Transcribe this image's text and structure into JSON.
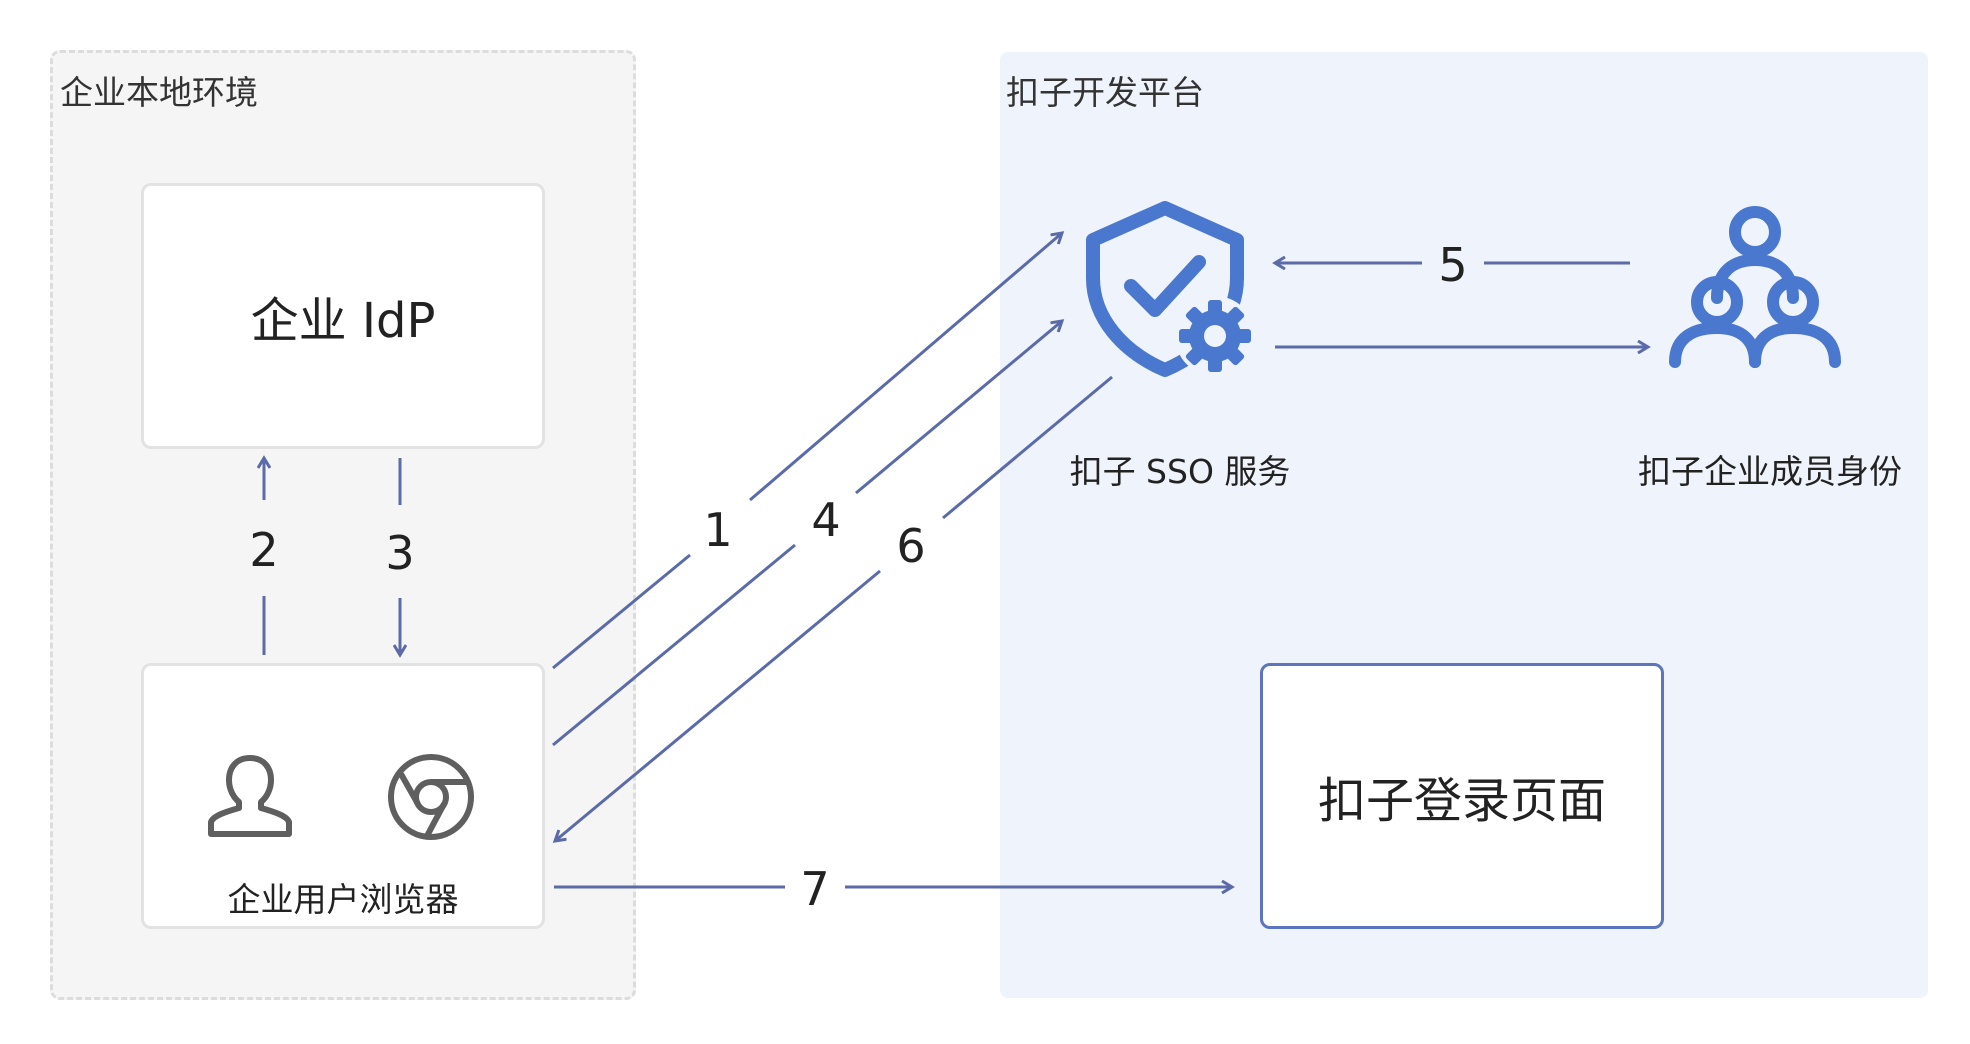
{
  "zones": {
    "local_label": "企业本地环境",
    "platform_label": "扣子开发平台"
  },
  "nodes": {
    "idp": "企业 IdP",
    "browser": "企业用户浏览器",
    "sso": "扣子 SSO 服务",
    "member": "扣子企业成员身份",
    "login": "扣子登录页面"
  },
  "steps": [
    "1",
    "2",
    "3",
    "4",
    "5",
    "6",
    "7"
  ],
  "icons": {
    "user": "user-icon",
    "browser": "chrome-browser-icon",
    "sso": "shield-check-gear-icon",
    "member": "group-members-icon"
  },
  "colors": {
    "arrow": "#5b6aa8",
    "accent": "#4a78cf",
    "local_bg": "#f5f5f5",
    "platform_bg": "#eff3fb"
  }
}
